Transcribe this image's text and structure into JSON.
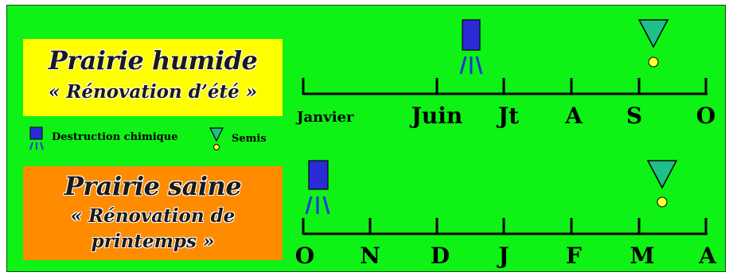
{
  "summer": {
    "title": "Prairie humide",
    "subtitle": "« Rénovation d’été »",
    "months": [
      "Janvier",
      "Juin",
      "Jt",
      "A",
      "S",
      "O"
    ]
  },
  "spring": {
    "title": "Prairie saine",
    "subtitle_line1": "« Rénovation de",
    "subtitle_line2": "printemps »",
    "months": [
      "O",
      "N",
      "D",
      "J",
      "F",
      "M",
      "A"
    ]
  },
  "legend": {
    "destruction": "Destruction chimique",
    "semis": "Semis"
  },
  "colors": {
    "background": "#0ef216",
    "summer_box": "#ffff00",
    "spring_box": "#ff8c00",
    "sprayer": "#2b2bd6",
    "spray_lines": "#1a3ad6",
    "seed_triangle": "#1fbf8a",
    "seed_dot": "#ffff33"
  },
  "icons": [
    "sprayer-icon",
    "seed-icon"
  ]
}
